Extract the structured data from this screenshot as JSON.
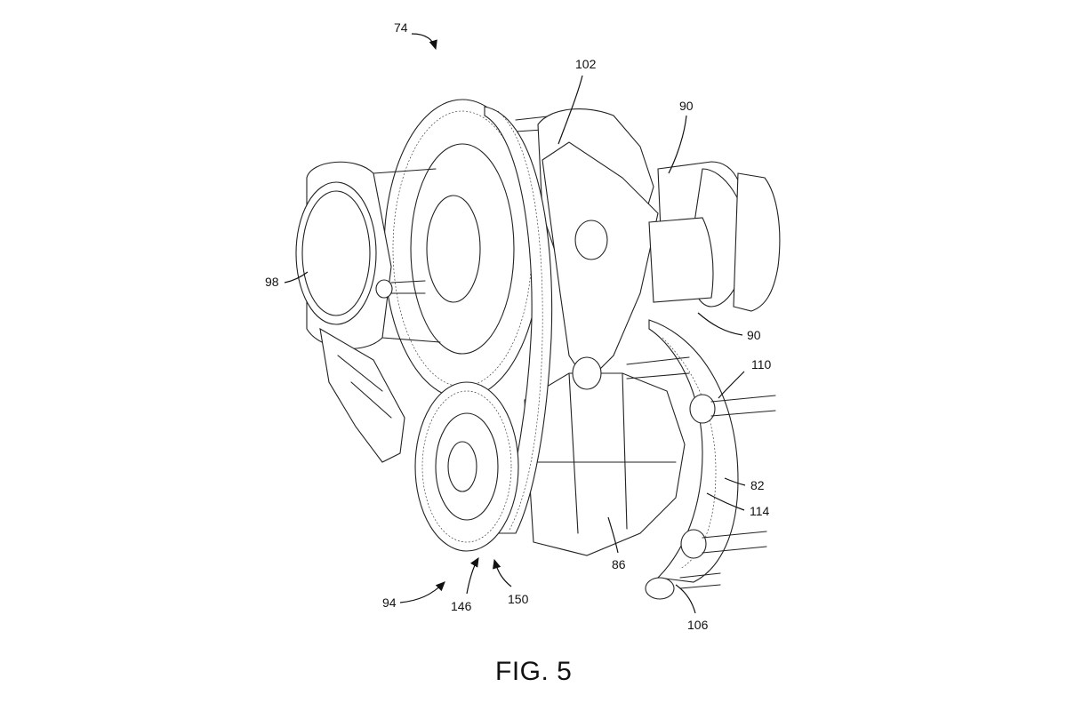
{
  "figure": {
    "caption": "FIG. 5",
    "reference_numerals": {
      "r74": "74",
      "r102": "102",
      "r90a": "90",
      "r90b": "90",
      "r98": "98",
      "r110": "110",
      "r82": "82",
      "r114": "114",
      "r86": "86",
      "r94": "94",
      "r146": "146",
      "r150": "150",
      "r106": "106"
    }
  }
}
